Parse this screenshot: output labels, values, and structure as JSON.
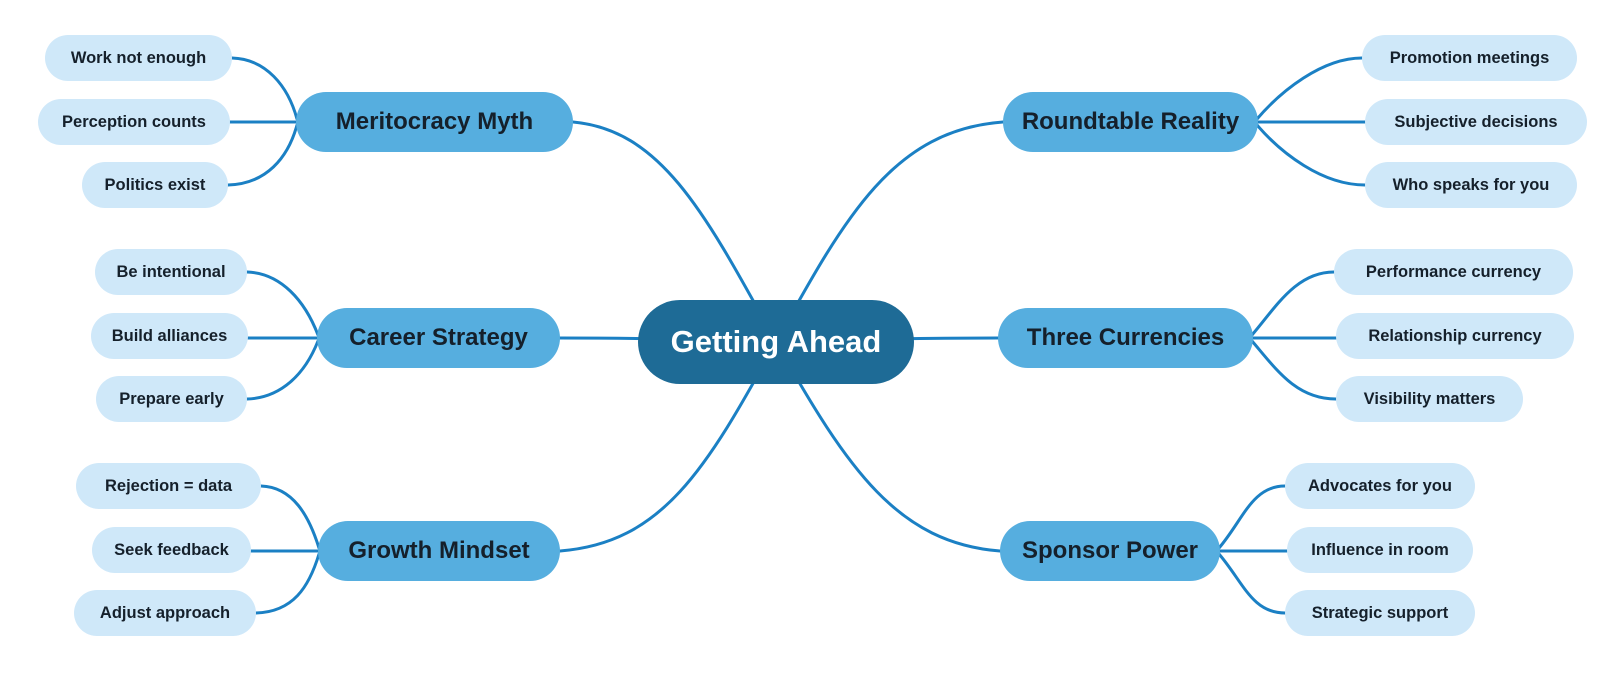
{
  "root_label": "Getting Ahead",
  "branches": [
    {
      "label": "Meritocracy Myth",
      "side": "left",
      "position": "top",
      "children": [
        "Work not enough",
        "Perception counts",
        "Politics exist"
      ]
    },
    {
      "label": "Career Strategy",
      "side": "left",
      "position": "middle",
      "children": [
        "Be intentional",
        "Build alliances",
        "Prepare early"
      ]
    },
    {
      "label": "Growth Mindset",
      "side": "left",
      "position": "bottom",
      "children": [
        "Rejection = data",
        "Seek feedback",
        "Adjust approach"
      ]
    },
    {
      "label": "Roundtable Reality",
      "side": "right",
      "position": "top",
      "children": [
        "Promotion meetings",
        "Subjective decisions",
        "Who speaks for you"
      ]
    },
    {
      "label": "Three Currencies",
      "side": "right",
      "position": "middle",
      "children": [
        "Performance currency",
        "Relationship currency",
        "Visibility matters"
      ]
    },
    {
      "label": "Sponsor Power",
      "side": "right",
      "position": "bottom",
      "children": [
        "Advocates for you",
        "Influence in room",
        "Strategic support"
      ]
    }
  ],
  "colors": {
    "background": "#ffffff",
    "root_fill": "#1e6b96",
    "root_text": "#ffffff",
    "branch_fill": "#56aedf",
    "leaf_fill": "#cfe8f9",
    "node_text": "#15202b",
    "connector": "#1b80c4"
  }
}
